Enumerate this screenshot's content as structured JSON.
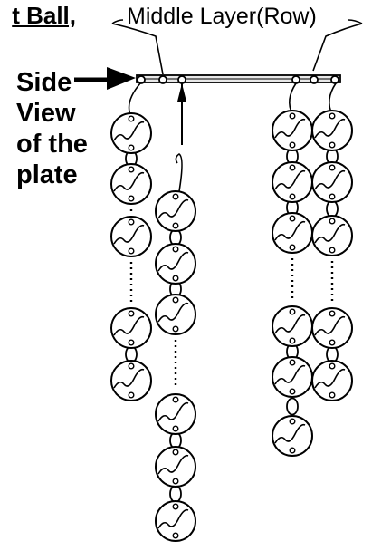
{
  "labels": {
    "cutoff_title": "t Ball,",
    "middle_layer": "Middle Layer(Row)",
    "side_view": [
      "Side",
      "View",
      "of the",
      "plate"
    ]
  },
  "colors": {
    "ink": "#000000",
    "paper": "#ffffff"
  }
}
